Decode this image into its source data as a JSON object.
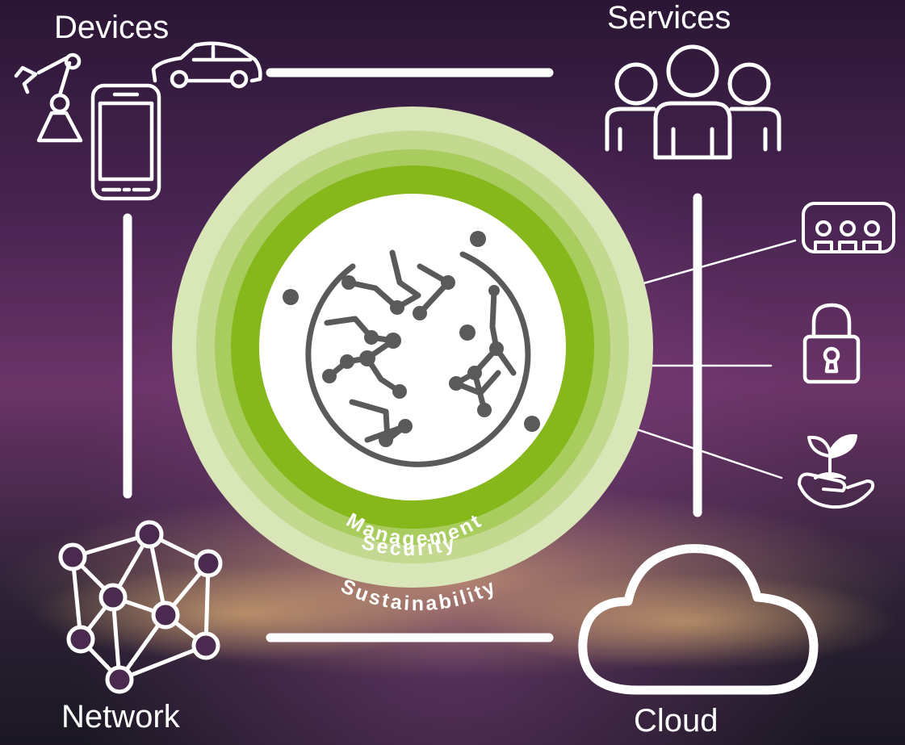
{
  "corners": {
    "devices": "Devices",
    "services": "Services",
    "network": "Network",
    "cloud": "Cloud"
  },
  "ring": {
    "management": "Management",
    "security": "Security",
    "sustainability": "Sustainability"
  },
  "colors": {
    "ring_outer": "#d9e6b8",
    "ring_mid": "#c2d98f",
    "ring_inner": "#a8cc5e",
    "ring_core": "#86b71b",
    "globe": "#5a5a5a",
    "line": "#ffffff"
  }
}
